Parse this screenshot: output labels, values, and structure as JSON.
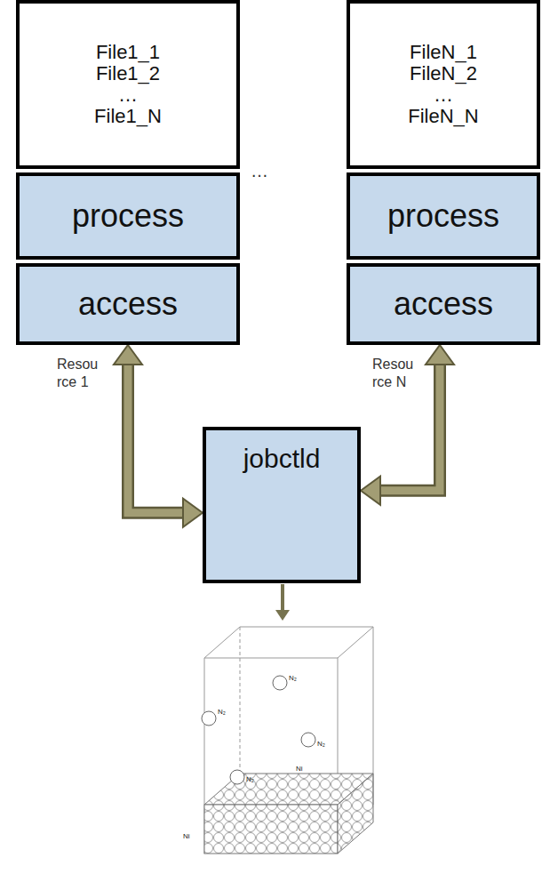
{
  "diagram": {
    "nodes": [
      {
        "text": [
          "File1_1",
          "File1_2",
          "…",
          "File1_N"
        ]
      },
      {
        "text": [
          "process"
        ]
      },
      {
        "text": [
          "access"
        ]
      },
      {
        "text": [
          "FileN_1",
          "FileN_2",
          "…",
          "FileN_N"
        ]
      },
      {
        "text": [
          "process"
        ]
      },
      {
        "text": [
          "access"
        ]
      },
      {
        "text": [
          "jobctld"
        ]
      }
    ],
    "edges": [
      {
        "from": 6,
        "to": 2,
        "arrow": "both"
      },
      {
        "from": 6,
        "to": 5,
        "arrow": "both"
      }
    ],
    "labels": [
      "…",
      "Resource 1",
      "Resource N",
      "N₂",
      "N₂",
      "N₂",
      "N₂",
      "Ni",
      "Ni"
    ]
  }
}
